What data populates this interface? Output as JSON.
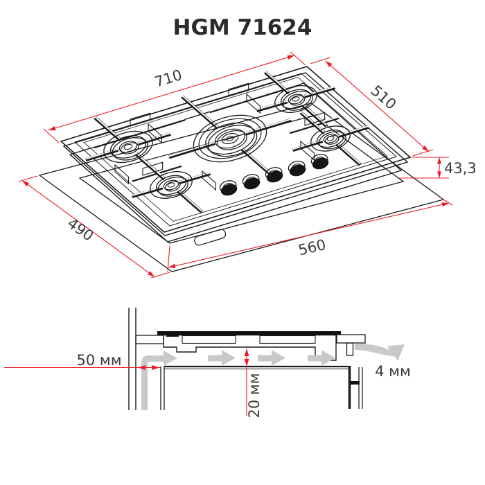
{
  "title": "HGM 71624",
  "colors": {
    "dimension_red": "#ed1c24",
    "line_black": "#1a1a1a",
    "countertop_gray": "#e4e4e4",
    "airflow_gray": "#c9c9c9",
    "text": "#3a3a3a"
  },
  "top_view": {
    "description": "isometric drawing of 5-burner gas hob over countertop cutout",
    "burner_count": 5,
    "knob_count": 5,
    "dimensions": {
      "width": "710",
      "depth": "510",
      "height": "43,3",
      "cutout_depth": "490",
      "cutout_width": "560"
    }
  },
  "installation_view": {
    "description": "side cross-section showing ventilation clearances",
    "clearances": {
      "wall_side": "50 мм",
      "under_hob": "20 мм",
      "rear_vent": "4 мм"
    }
  }
}
